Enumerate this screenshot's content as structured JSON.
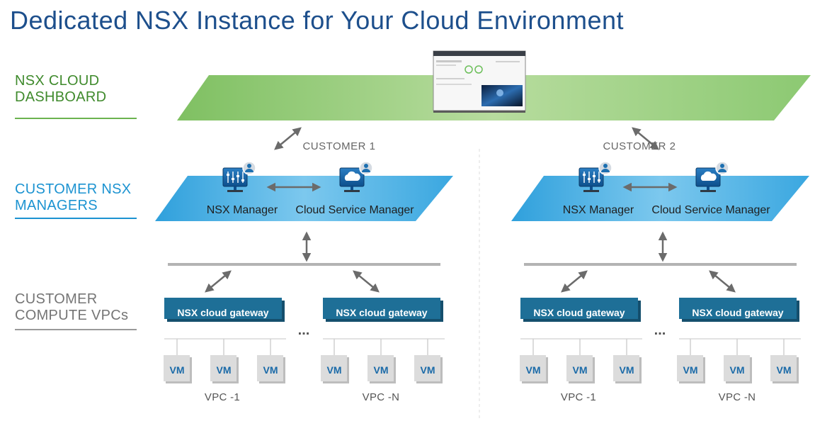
{
  "title": "Dedicated NSX Instance for Your Cloud Environment",
  "tiers": {
    "dashboard": {
      "line1": "NSX CLOUD",
      "line2": "DASHBOARD"
    },
    "managers": {
      "line1": "CUSTOMER NSX",
      "line2": "MANAGERS"
    },
    "vpcs": {
      "line1": "CUSTOMER",
      "line2": "COMPUTE VPCs"
    }
  },
  "customers": [
    {
      "label": "CUSTOMER 1",
      "nsx_manager": "NSX Manager",
      "cloud_service_manager": "Cloud Service Manager",
      "gateways": [
        "NSX cloud gateway",
        "NSX cloud gateway"
      ],
      "vpcs": [
        "VPC -1",
        "VPC -N"
      ],
      "vm_label": "VM",
      "ellipsis": "..."
    },
    {
      "label": "CUSTOMER 2",
      "nsx_manager": "NSX Manager",
      "cloud_service_manager": "Cloud Service Manager",
      "gateways": [
        "NSX cloud gateway",
        "NSX cloud gateway"
      ],
      "vpcs": [
        "VPC -1",
        "VPC -N"
      ],
      "vm_label": "VM",
      "ellipsis": "..."
    }
  ],
  "colors": {
    "dashboard_plane": "#a9d48f",
    "manager_plane": "#4fb3e3",
    "gateway": "#1e6f97",
    "vm_box": "#d9d9d9",
    "title": "#1d4f8c"
  }
}
